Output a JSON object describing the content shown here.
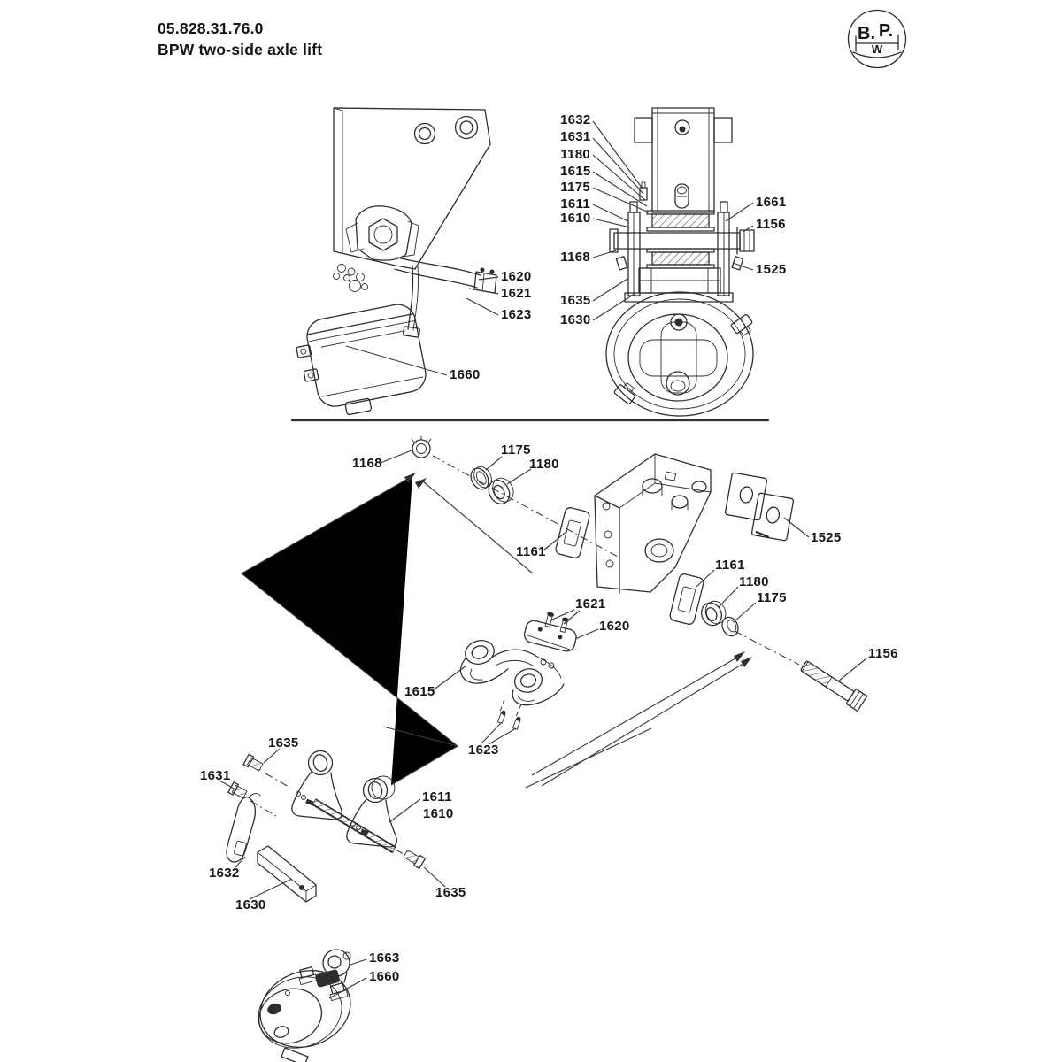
{
  "header": {
    "part_number": "05.828.31.76.0",
    "product_title": "BPW two-side axle lift"
  },
  "logo": {
    "name": "bpw-axle-logo",
    "top_left": "B.",
    "top_right": "P.",
    "middle": "W"
  },
  "callouts": {
    "side_view": [
      "1620",
      "1621",
      "1623",
      "1660"
    ],
    "front_view_left": [
      "1632",
      "1631",
      "1180",
      "1615",
      "1175",
      "1611",
      "1610",
      "1168",
      "1635",
      "1630"
    ],
    "front_view_right": [
      "1661",
      "1156",
      "1525"
    ],
    "exploded_view": [
      "1168",
      "1175",
      "1180",
      "1161",
      "1525",
      "1161",
      "1180",
      "1175",
      "1156",
      "1621",
      "1620",
      "1615",
      "1623"
    ],
    "bracket_assembly": [
      "1635",
      "1631",
      "1611",
      "1610",
      "1632",
      "1630",
      "1635"
    ],
    "brake_chamber": [
      "1663",
      "1660"
    ]
  }
}
